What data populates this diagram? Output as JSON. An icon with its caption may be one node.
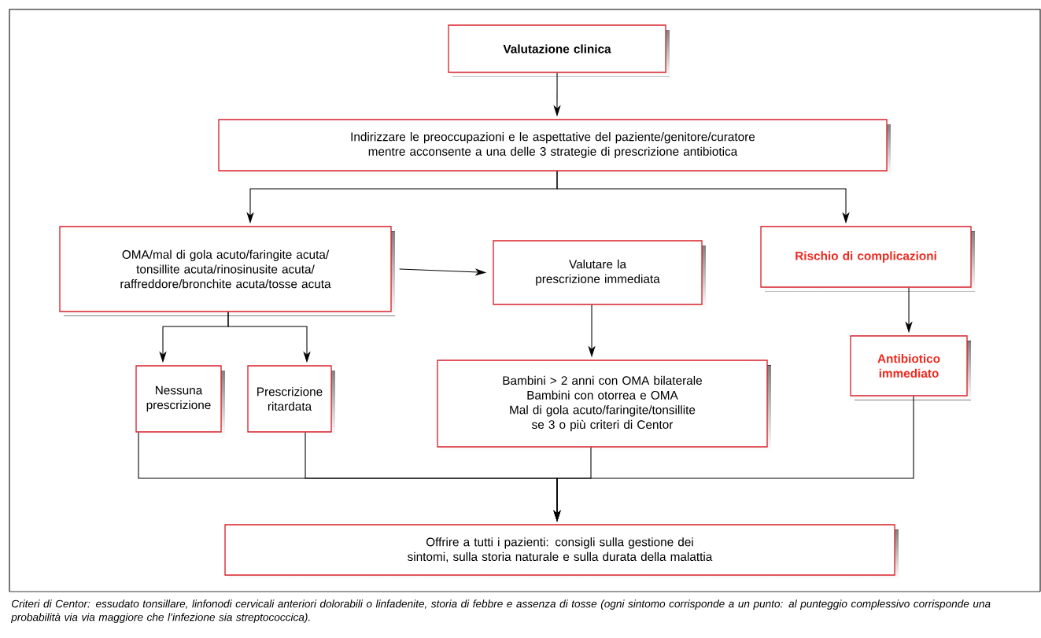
{
  "diagram": {
    "nodes": [
      {
        "text": [
          "Valutazione clinica"
        ]
      },
      {
        "text": [
          "Indirizzare le preoccupazioni e le aspettative del paziente/genitore/curatore mentre acconsente a una delle 3 strategie di prescrizione antibiotica"
        ]
      },
      {
        "text": [
          "OMA/mal di gola acuto/faringite acuta/ tonsillite acuta/rinosinusite acuta/ raffreddore/bronchite acuta/tosse acuta"
        ]
      },
      {
        "text": [
          "Valutare la prescrizione immediata"
        ]
      },
      {
        "text": [
          "Rischio di complicazioni"
        ]
      },
      {
        "text": [
          "Nessuna prescrizione"
        ]
      },
      {
        "text": [
          "Prescrizione ritardata"
        ]
      },
      {
        "text": [
          "Bambini > 2 anni con OMA bilaterale",
          "Bambini con otorrea e OMA",
          "Mal di gola acuto/faringite/tonsillite se 3 o più criteri di Centor"
        ]
      },
      {
        "text": [
          "Antibiotico immediato"
        ]
      },
      {
        "text": [
          "Offrire a tutti i pazienti: consigli sulla gestione dei sintomi, sulla storia naturale e sulla durata della malattia"
        ]
      }
    ],
    "edges": [
      {
        "from": 0,
        "to": 1,
        "arrow": "to"
      },
      {
        "from": 1,
        "to": 2,
        "arrow": "to"
      },
      {
        "from": 1,
        "to": 4,
        "arrow": "to"
      },
      {
        "from": 2,
        "to": 3,
        "arrow": "to"
      },
      {
        "from": 2,
        "to": 5,
        "arrow": "to"
      },
      {
        "from": 2,
        "to": 6,
        "arrow": "to"
      },
      {
        "from": 3,
        "to": 7,
        "arrow": "to"
      },
      {
        "from": 4,
        "to": 8,
        "arrow": "to"
      },
      {
        "from": 5,
        "to": 9,
        "arrow": "to"
      },
      {
        "from": 6,
        "to": 9,
        "arrow": "to"
      },
      {
        "from": 7,
        "to": 9,
        "arrow": "to"
      },
      {
        "from": 8,
        "to": 9,
        "arrow": "to"
      }
    ],
    "caption": "Criteri di Centor: essudato tonsillare, linfonodi cervicali anteriori dolorabili o linfadenite, storia di febbre e assenza di tosse (ogni sintomo corrisponde a un punto: al punteggio complessivo corrisponde una probabilità via via maggiore che l’infezione sia streptococcica)."
  }
}
